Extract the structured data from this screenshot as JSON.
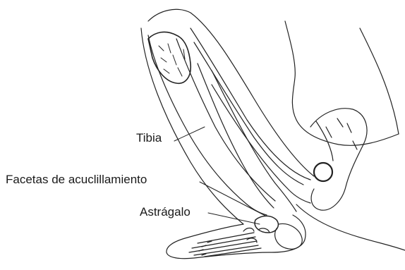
{
  "labels": {
    "tibia": "Tibia",
    "squatting_facets": "Facetas de acuclillamiento",
    "talus": "Astrágalo"
  },
  "colors": {
    "line": "#222222",
    "background": "#ffffff"
  }
}
